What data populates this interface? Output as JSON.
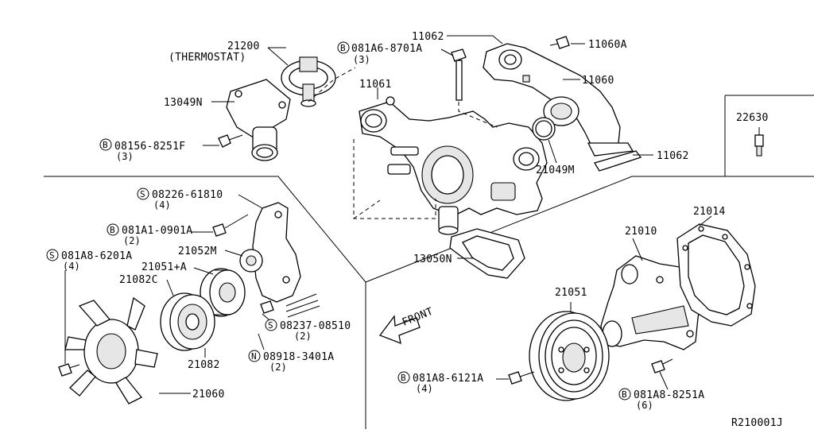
{
  "callouts": {
    "thermostat_num": "21200",
    "thermostat_name": "(THERMOSTAT)",
    "bolt_8701": "081A6-8701A",
    "bolt_8701_qty": "(3)",
    "housing_11062_top": "11062",
    "bolt_11060a": "11060A",
    "pipe_11060": "11060",
    "outlet_11061": "11061",
    "cover_13049": "13049N",
    "bolt_8251f": "08156-8251F",
    "bolt_8251f_qty": "(3)",
    "gasket_21049": "21049M",
    "gasket_11062_low": "11062",
    "sensor_22630": "22630",
    "gasket_13050": "13050N",
    "screw_61810": "08226-61810",
    "screw_61810_qty": "(4)",
    "bolt_0901a": "081A1-0901A",
    "bolt_0901a_qty": "(2)",
    "bracket_21052": "21052M",
    "screw_6201a": "081A8-6201A",
    "screw_6201a_qty": "(4)",
    "pulley_21051a": "21051+A",
    "clutch_21082c": "21082C",
    "screw_08510": "08237-08510",
    "screw_08510_qty": "(2)",
    "nut_3401a": "08918-3401A",
    "nut_3401a_qty": "(2)",
    "clutch_21082": "21082",
    "fan_21060": "21060",
    "pump_21010": "21010",
    "gasket_21014": "21014",
    "pulley_21051": "21051",
    "bolt_6121a": "081A8-6121A",
    "bolt_6121a_qty": "(4)",
    "bolt_8251a": "081A8-8251A",
    "bolt_8251a_qty": "(6)",
    "front_label": "FRONT",
    "diagram_id": "R210001J"
  },
  "symbols": {
    "bolt_symbol": "B",
    "screw_symbol": "S",
    "nut_symbol": "N"
  }
}
